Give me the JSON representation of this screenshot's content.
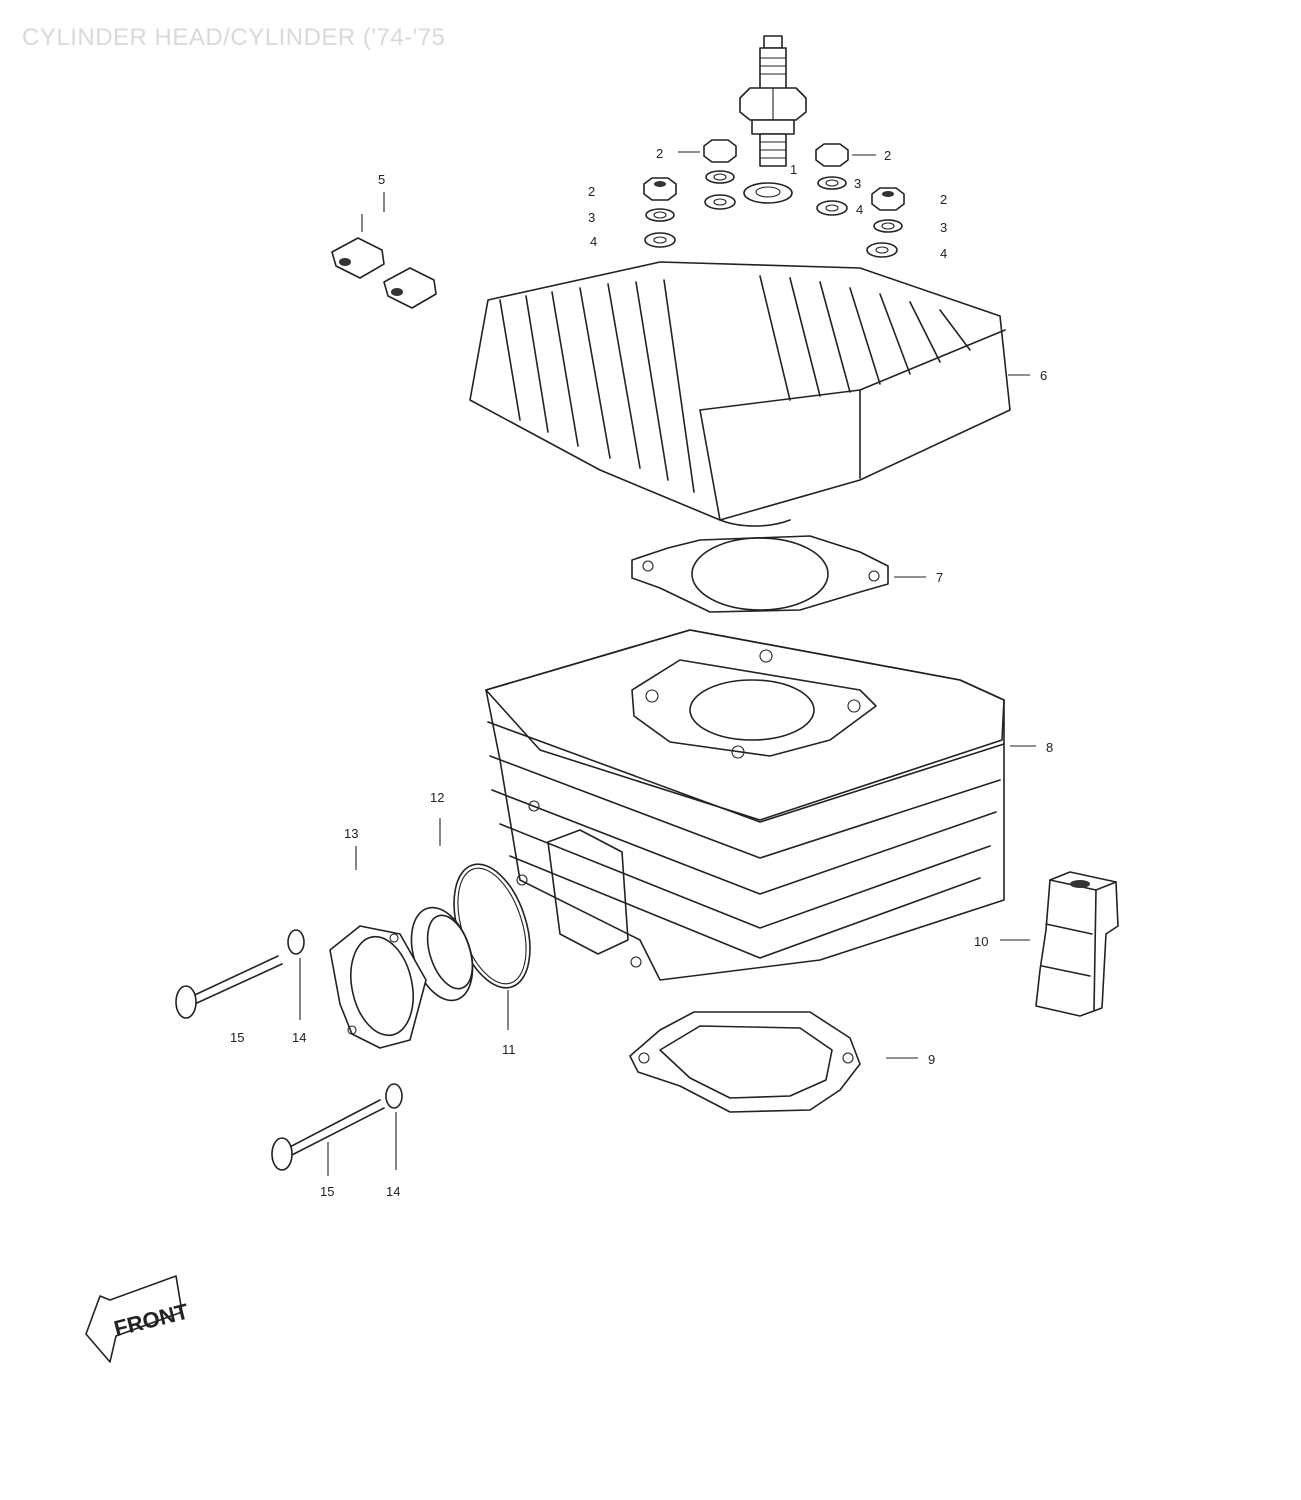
{
  "title": "CYLINDER HEAD/CYLINDER ('74-'75",
  "front_label": "FRONT",
  "callouts": {
    "c1_spark": "1",
    "c2_a": "2",
    "c2_b": "2",
    "c2_c": "2",
    "c2_d": "2",
    "c3_a": "3",
    "c3_b": "3",
    "c3_c": "3",
    "c4_a": "4",
    "c4_b": "4",
    "c4_c": "4",
    "c5": "5",
    "c6": "6",
    "c7": "7",
    "c8": "8",
    "c9": "9",
    "c10": "10",
    "c11": "11",
    "c12": "12",
    "c13": "13",
    "c14_a": "14",
    "c14_b": "14",
    "c15_a": "15",
    "c15_b": "15"
  }
}
